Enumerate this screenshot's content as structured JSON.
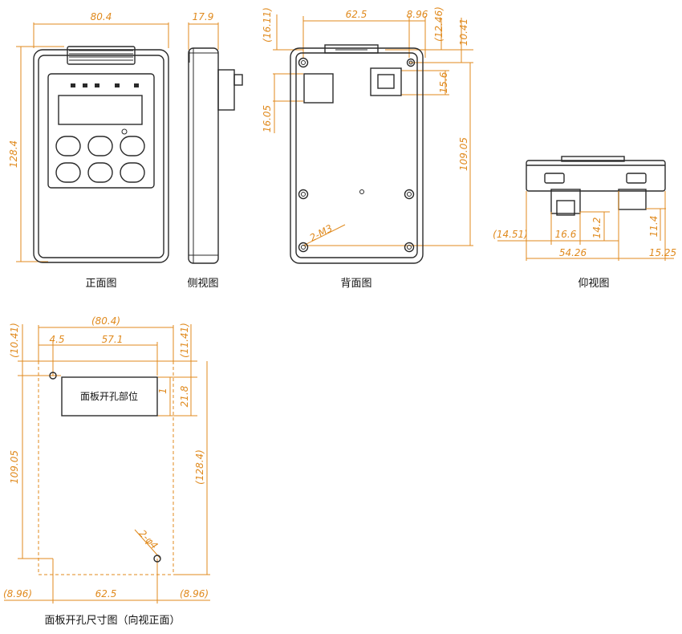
{
  "captions": {
    "front": "正面图",
    "side": "侧视图",
    "back": "背面图",
    "bottom": "仰视图",
    "cutout": "面板开孔尺寸图（向视正面）"
  },
  "front_dims": {
    "width": "80.4",
    "height": "128.4"
  },
  "side_dims": {
    "depth": "17.9"
  },
  "back_dims": {
    "hole_spacing_x": "62.5",
    "right_margin": "8.96",
    "top_offset": "(16.11)",
    "top_offset_right": "(12.46)",
    "top_hole": "10.41",
    "window_height": "15.6",
    "left_block": "16.05",
    "hole_spacing_y": "109.05",
    "screw_label": "2-M3"
  },
  "bottom_dims": {
    "left_offset": "(14.51)",
    "conn_width": "16.6",
    "conn_height": "14.2",
    "right_height": "11.4",
    "span": "54.26",
    "right_offset": "15.25"
  },
  "cutout_dims": {
    "total_width": "(80.4)",
    "left_margin": "4.5",
    "cut_width": "57.1",
    "top_left": "(10.41)",
    "top_right": "(11.41)",
    "gap": "1",
    "cut_height": "21.8",
    "hole_height": "109.05",
    "total_height": "(128.4)",
    "hole_label": "2-φ4",
    "bottom_left": "(8.96)",
    "bottom_mid": "62.5",
    "bottom_right": "(8.96)",
    "cut_label": "面板开孔部位"
  }
}
